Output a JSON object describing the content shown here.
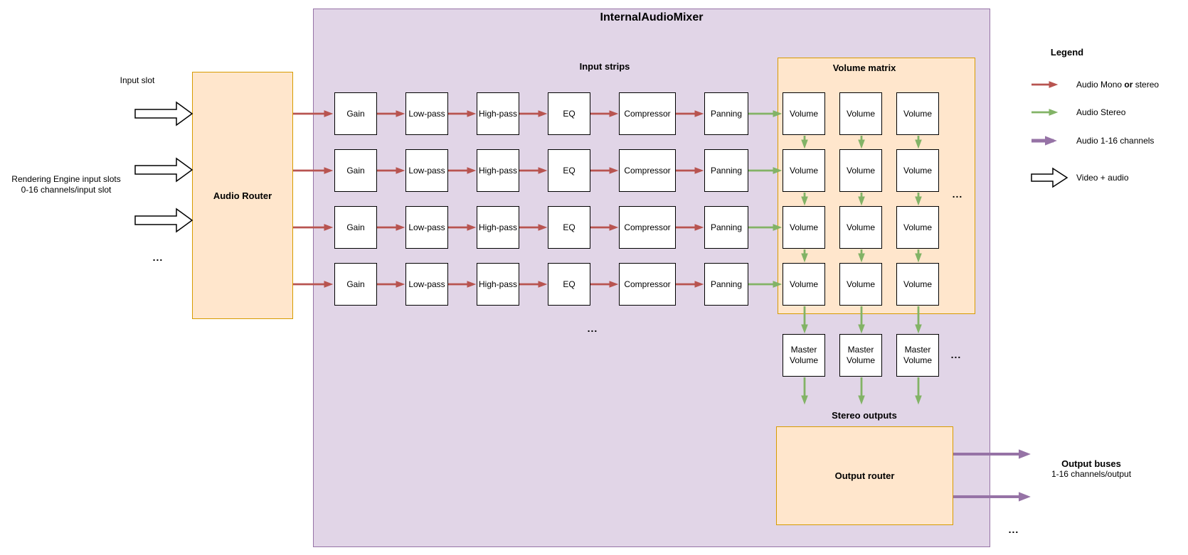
{
  "left_panel": {
    "input_slot_label": "Input slot",
    "rendering_engine_label_line1": "Rendering Engine input slots",
    "rendering_engine_label_line2": "0-16 channels/input slot",
    "ellipsis": "...",
    "audio_router_label": "Audio Router"
  },
  "mixer": {
    "title": "InternalAudioMixer",
    "input_strips": {
      "label": "Input strips",
      "box_labels": [
        "Gain",
        "Low-pass",
        "High-pass",
        "EQ",
        "Compressor",
        "Panning"
      ],
      "ellipsis": "..."
    },
    "volume_matrix": {
      "title": "Volume matrix",
      "cell_label": "Volume",
      "ellipsis": "..."
    },
    "master_volume": {
      "label_line1": "Master",
      "label_line2": "Volume",
      "ellipsis": "..."
    },
    "stereo_outputs_label": "Stereo outputs",
    "output_router_label": "Output router"
  },
  "outputs": {
    "title": "Output buses",
    "subtitle": "1-16 channels/output",
    "ellipsis": "..."
  },
  "legend": {
    "title": "Legend",
    "items": [
      {
        "prefix": "Audio Mono ",
        "bold": "or",
        "suffix": " stereo"
      },
      {
        "label": "Audio Stereo"
      },
      {
        "label": "Audio 1-16 channels"
      },
      {
        "label": "Video + audio"
      }
    ]
  },
  "colors": {
    "mixer_fill": "#E1D5E7",
    "mixer_stroke": "#9673A6",
    "orange_fill": "#FFE6CC",
    "orange_stroke": "#D79B00",
    "audio_mono_arrow": "#B85450",
    "audio_stereo_arrow": "#82B366",
    "audio_multichannel_arrow": "#9673A6",
    "node_fill": "#FFFFFF",
    "node_stroke": "#000000"
  }
}
